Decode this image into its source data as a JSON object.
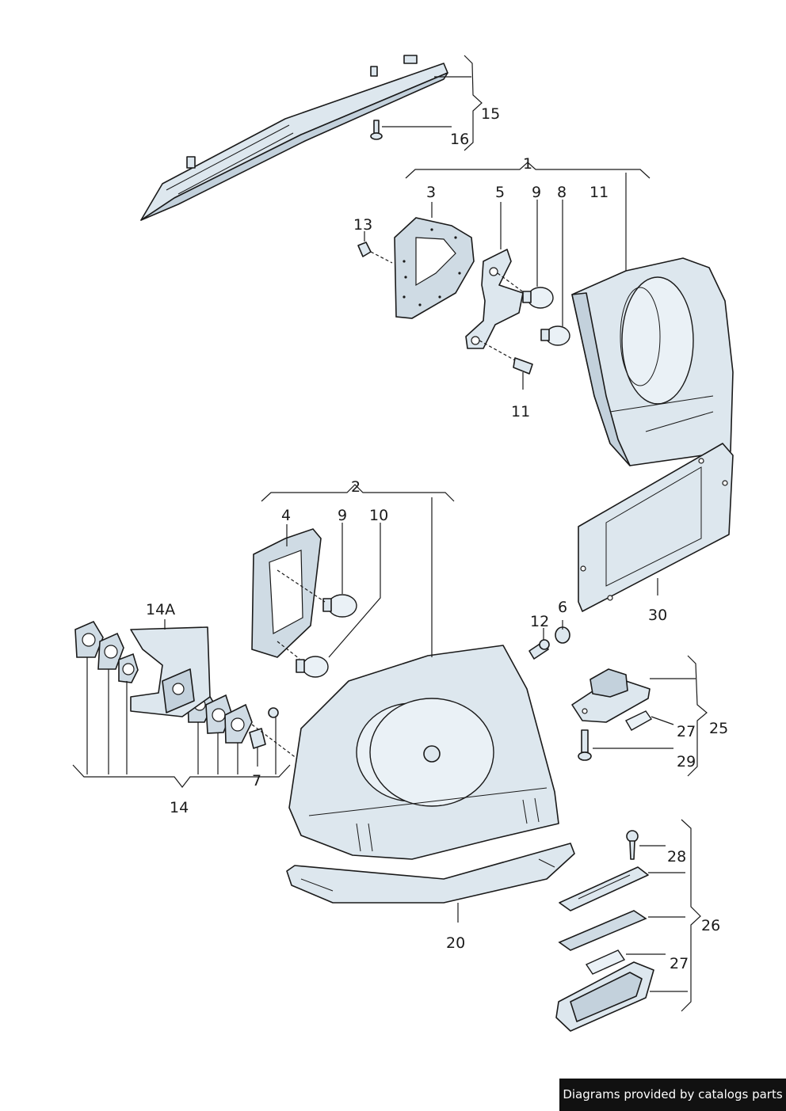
{
  "callouts": {
    "c1": "1",
    "c2": "2",
    "c3": "3",
    "c4": "4",
    "c5": "5",
    "c6": "6",
    "c7": "7",
    "c8": "8",
    "c9a": "9",
    "c9b": "9",
    "c10": "10",
    "c11a": "11",
    "c11b": "11",
    "c12": "12",
    "c13": "13",
    "c14": "14",
    "c14a": "14A",
    "c15": "15",
    "c16": "16",
    "c20": "20",
    "c25": "25",
    "c26": "26",
    "c27a": "27",
    "c27b": "27",
    "c28": "28",
    "c29": "29",
    "c30": "30"
  },
  "credit": "Diagrams provided by catalogs parts"
}
